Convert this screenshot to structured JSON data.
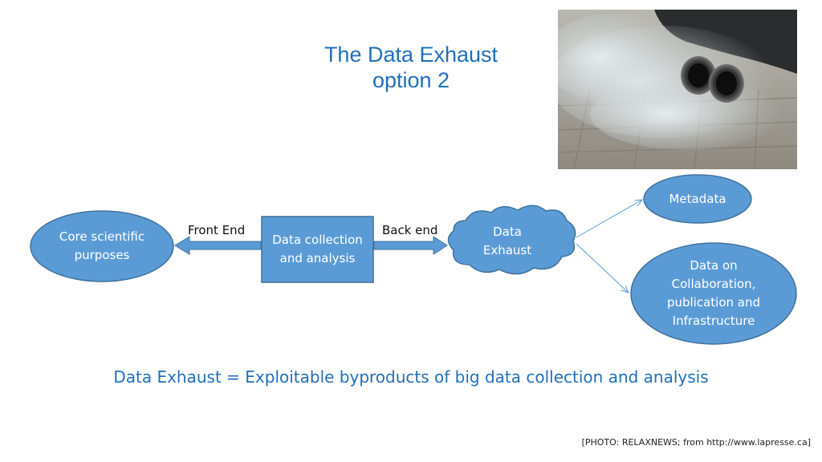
{
  "title": {
    "line1": "The Data Exhaust",
    "line2": "option 2"
  },
  "diagram": {
    "core": [
      "Core scientific",
      "purposes"
    ],
    "center": [
      "Data collection",
      "and analysis"
    ],
    "front_label": "Front End",
    "back_label": "Back end",
    "exhaust": [
      "Data",
      "Exhaust"
    ],
    "metadata": "Metadata",
    "collab": [
      "Data on",
      "Collaboration,",
      "publication and",
      "Infrastructure"
    ]
  },
  "definition": "Data Exhaust = Exploitable byproducts of big data collection and analysis",
  "credit": "[PHOTO: RELAXNEWS; from http://www.lapresse.ca]",
  "colors": {
    "shape_fill": "#5b9bd5",
    "shape_stroke": "#41719c",
    "title": "#1f6fba"
  }
}
